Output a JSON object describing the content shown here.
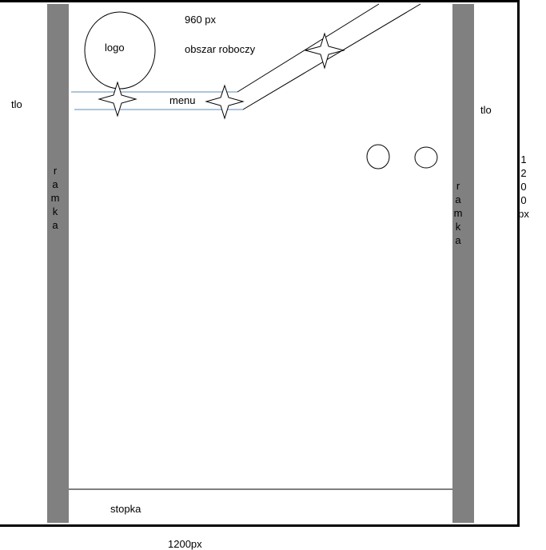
{
  "labels": {
    "width_main": "960 px",
    "workspace": "obszar roboczy",
    "logo": "logo",
    "menu": "menu",
    "background_left": "tlo",
    "background_right": "tlo",
    "frame_left": "ramka",
    "frame_right": "ramka",
    "height_total": "1200px",
    "footer": "stopka",
    "width_total": "1200px"
  },
  "colors": {
    "rail": "#808080",
    "menu_lines": "#5b8db8",
    "stroke": "#000000"
  },
  "icons": [
    "four-point-star-icon",
    "circle-icon"
  ]
}
